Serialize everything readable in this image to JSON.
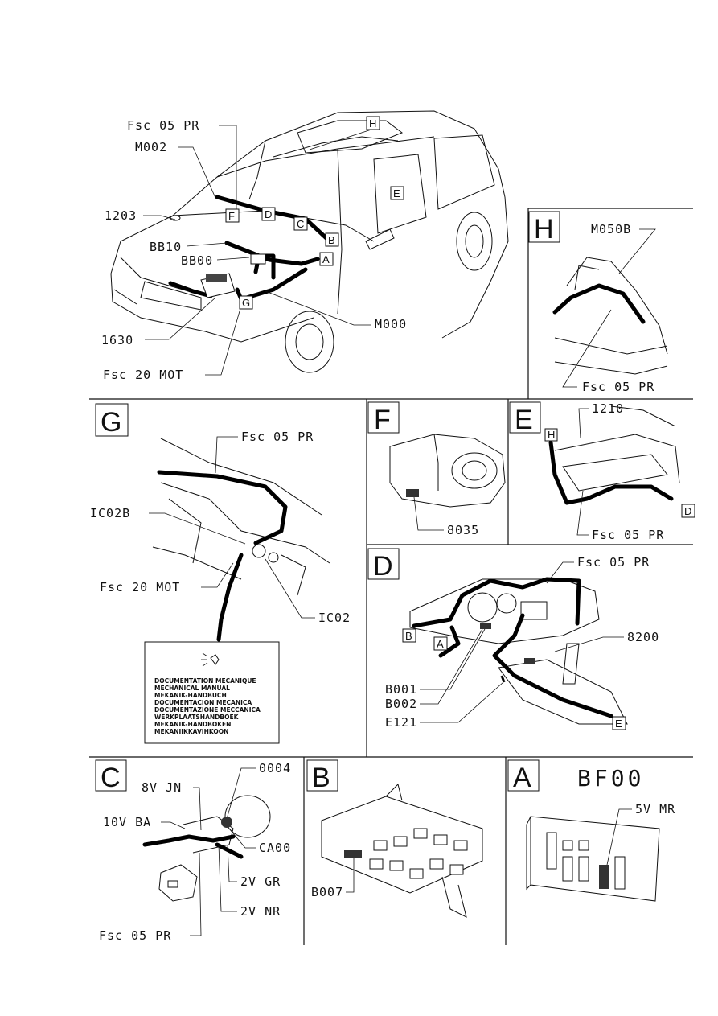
{
  "main_view": {
    "fsc05": "Fsc 05 PR",
    "m002": "M002",
    "n1203": "1203",
    "bb10": "BB10",
    "bb00": "BB00",
    "n1630": "1630",
    "fsc20": "Fsc 20 MOT",
    "m000": "M000",
    "tags": [
      "H",
      "E",
      "F",
      "D",
      "C",
      "B",
      "A",
      "G"
    ]
  },
  "panel_h": {
    "letter": "H",
    "m050b": "M050B",
    "fsc05": "Fsc 05 PR"
  },
  "panel_g": {
    "letter": "G",
    "fsc05": "Fsc 05 PR",
    "ic02b": "IC02B",
    "fsc20": "Fsc 20 MOT",
    "ic02": "IC02",
    "manual_lines": [
      "DOCUMENTATION MECANIQUE",
      "MECHANICAL MANUAL",
      "MEKANIK-HANDBUCH",
      "DOCUMENTACION MECANICA",
      "DOCUMENTAZIONE MECCANICA",
      "WERKPLAATSHANDBOEK",
      "MEKANIK-HANDBOKEN",
      "MEKANIIKKAVIHKOON"
    ]
  },
  "panel_f": {
    "letter": "F",
    "n8035": "8035"
  },
  "panel_e": {
    "letter": "E",
    "n1210": "1210",
    "fsc05": "Fsc 05 PR",
    "tag_h": "H",
    "tag_d": "D"
  },
  "panel_d": {
    "letter": "D",
    "fsc05": "Fsc 05 PR",
    "n8200": "8200",
    "b001": "B001",
    "b002": "B002",
    "e121": "E121",
    "tag_b": "B",
    "tag_a": "A",
    "tag_e": "E"
  },
  "panel_c": {
    "letter": "C",
    "n0004": "0004",
    "v8": "8V JN",
    "v10": "10V BA",
    "ca00": "CA00",
    "v2gr": "2V GR",
    "v2nr": "2V NR",
    "fsc05": "Fsc 05 PR"
  },
  "panel_b": {
    "letter": "B",
    "b007": "B007"
  },
  "panel_a": {
    "letter": "A",
    "bf00": "BF00",
    "v5": "5V MR"
  }
}
